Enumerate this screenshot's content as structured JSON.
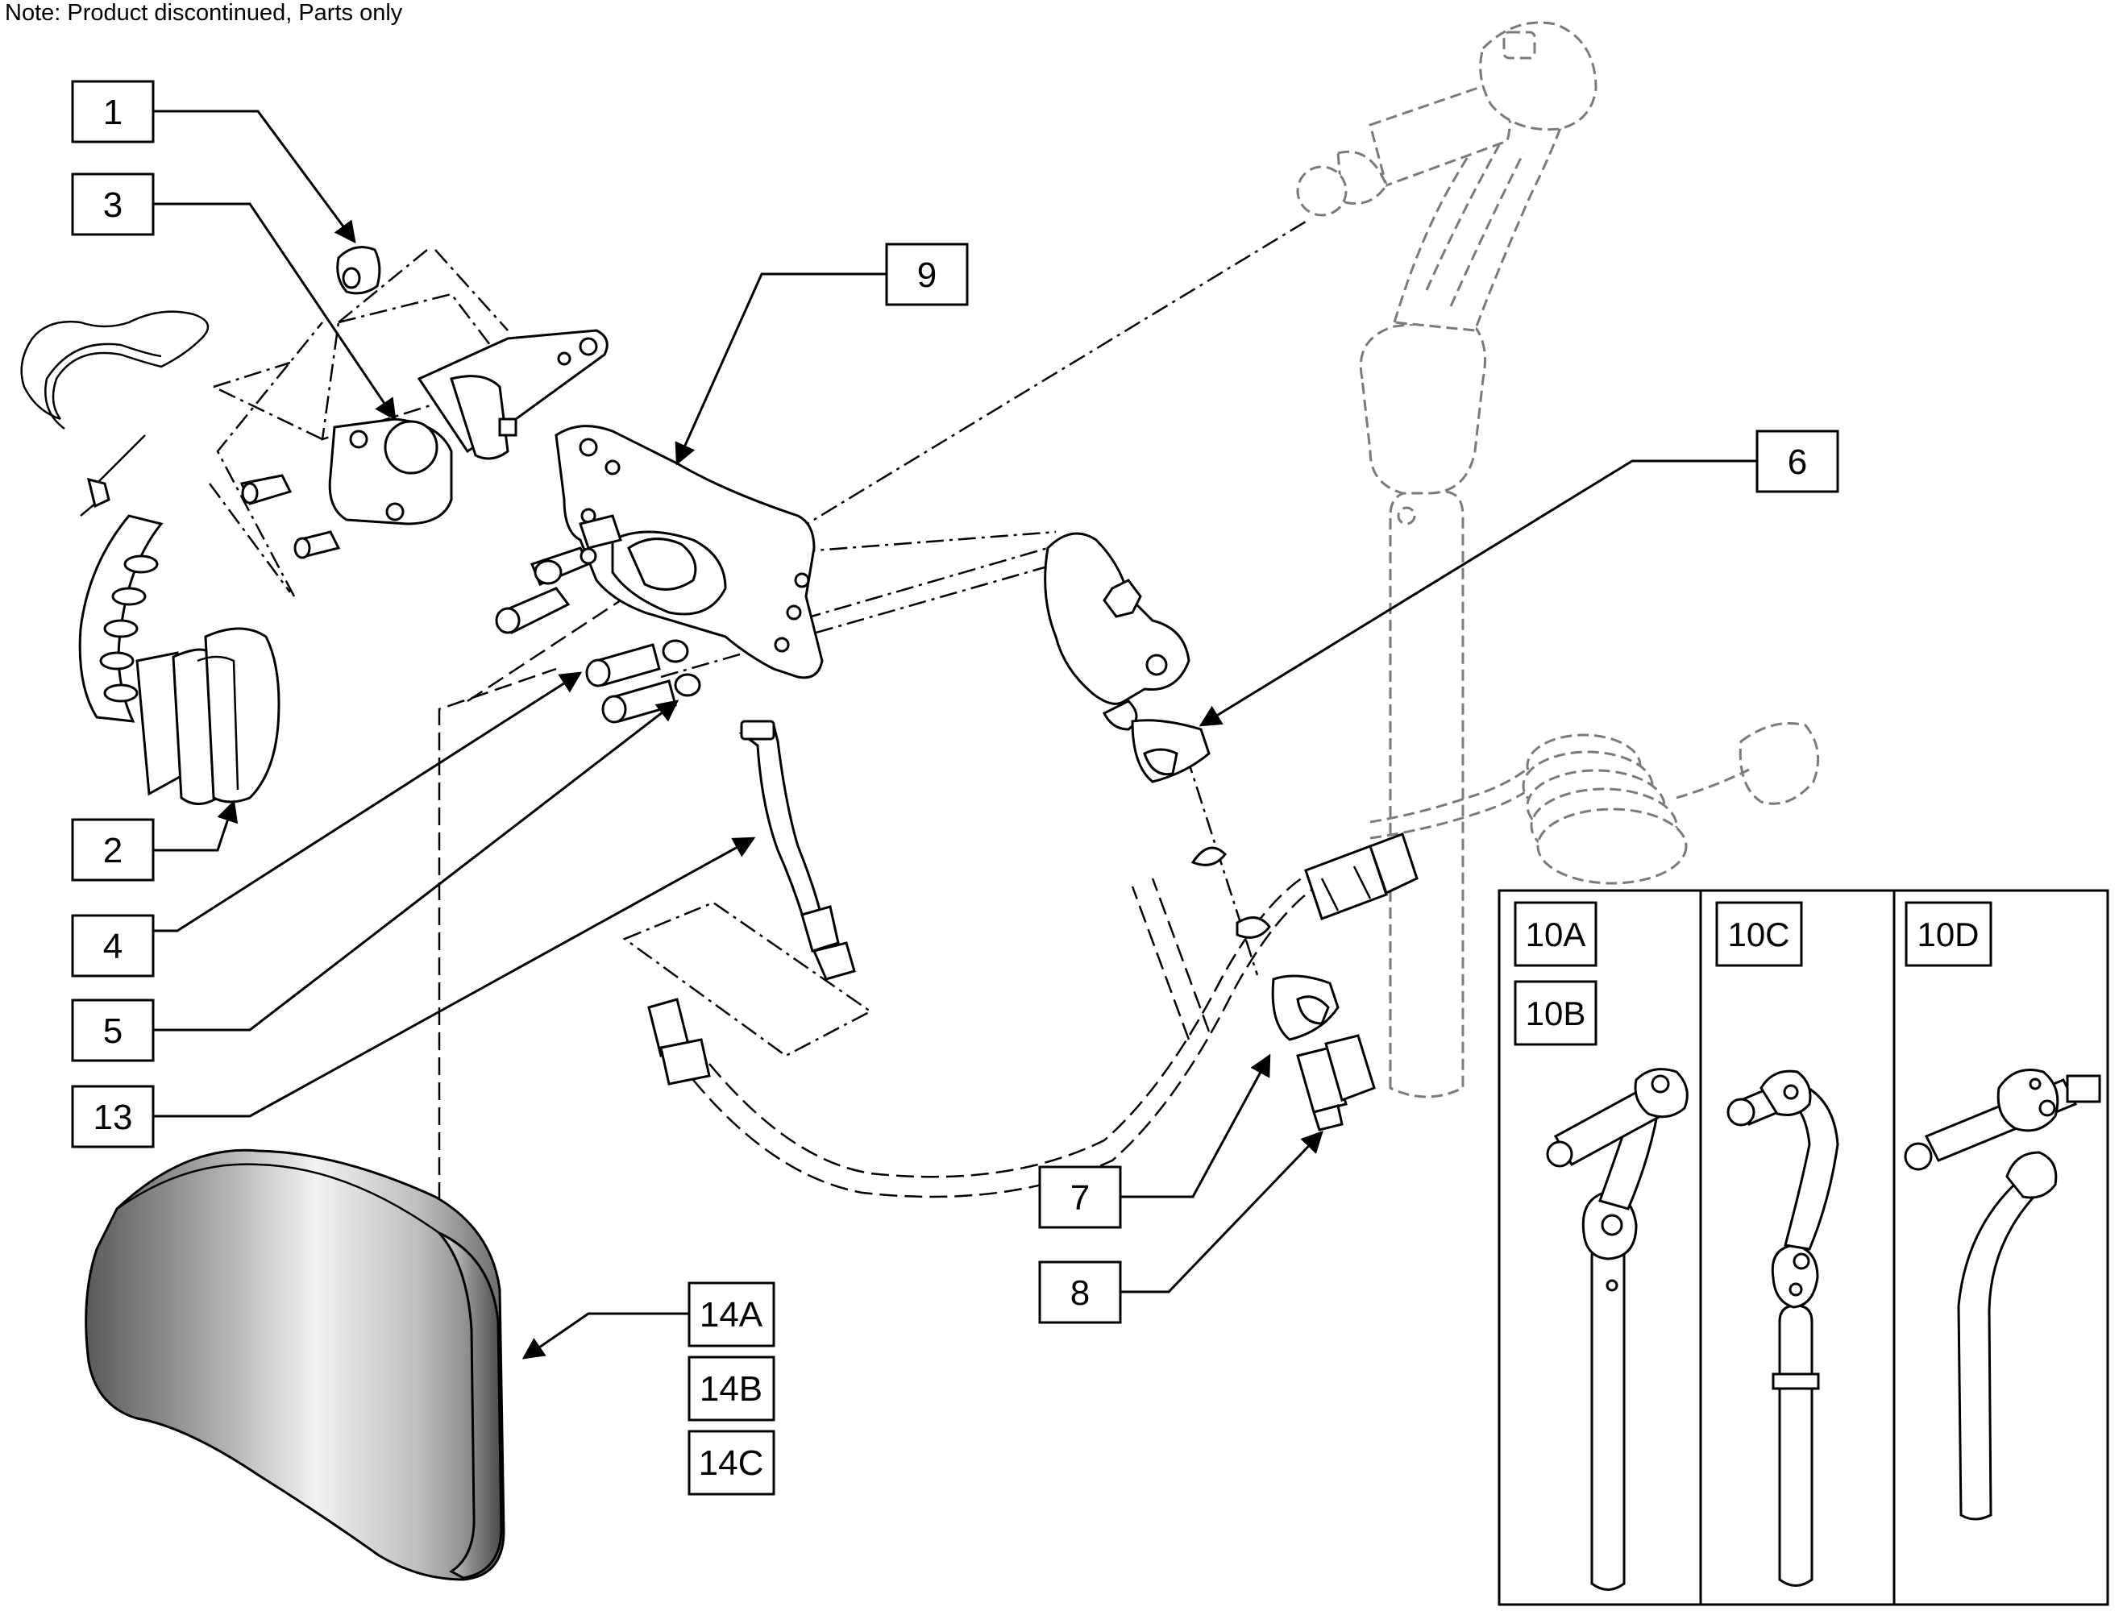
{
  "note": "Note: Product discontinued, Parts only",
  "callouts": {
    "c1": "1",
    "c2": "2",
    "c3": "3",
    "c4": "4",
    "c5": "5",
    "c6": "6",
    "c7": "7",
    "c8": "8",
    "c9": "9",
    "c13": "13",
    "c14a": "14A",
    "c14b": "14B",
    "c14c": "14C"
  },
  "variants": {
    "c10a": "10A",
    "c10b": "10B",
    "c10c": "10C",
    "c10d": "10D"
  }
}
